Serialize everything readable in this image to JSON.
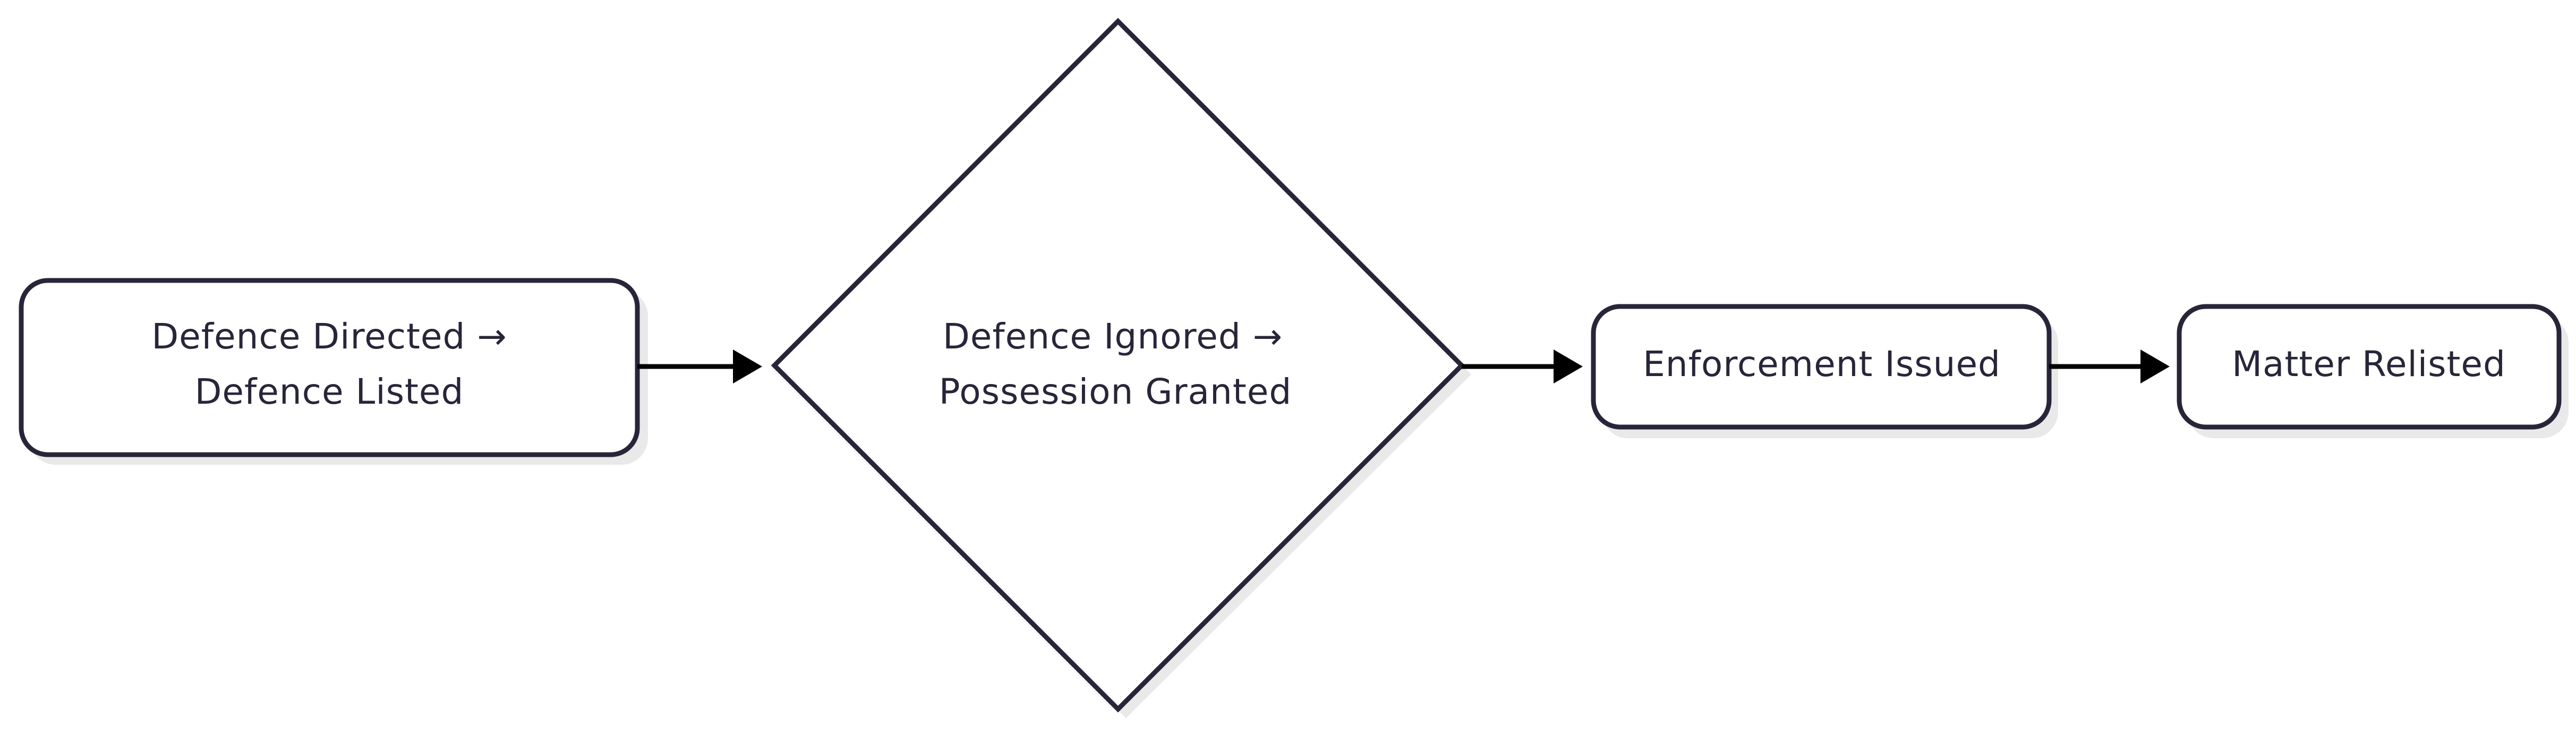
{
  "diagram": {
    "type": "flowchart",
    "direction": "left-to-right",
    "colors": {
      "node_stroke": "#272639",
      "node_fill": "#ffffff",
      "shadow": "#e9e9ea",
      "edge": "#000000",
      "text": "#272639"
    },
    "nodes": [
      {
        "id": "defence-directed",
        "shape": "rounded-rect",
        "lines": [
          "Defence Directed →",
          "Defence Listed"
        ]
      },
      {
        "id": "defence-ignored",
        "shape": "diamond",
        "lines": [
          "Defence Ignored →",
          "Possession Granted"
        ]
      },
      {
        "id": "enforcement-issued",
        "shape": "rounded-rect",
        "lines": [
          "Enforcement Issued"
        ]
      },
      {
        "id": "matter-relisted",
        "shape": "rounded-rect",
        "lines": [
          "Matter Relisted"
        ]
      }
    ],
    "edges": [
      {
        "from": "defence-directed",
        "to": "defence-ignored"
      },
      {
        "from": "defence-ignored",
        "to": "enforcement-issued"
      },
      {
        "from": "enforcement-issued",
        "to": "matter-relisted"
      }
    ]
  }
}
